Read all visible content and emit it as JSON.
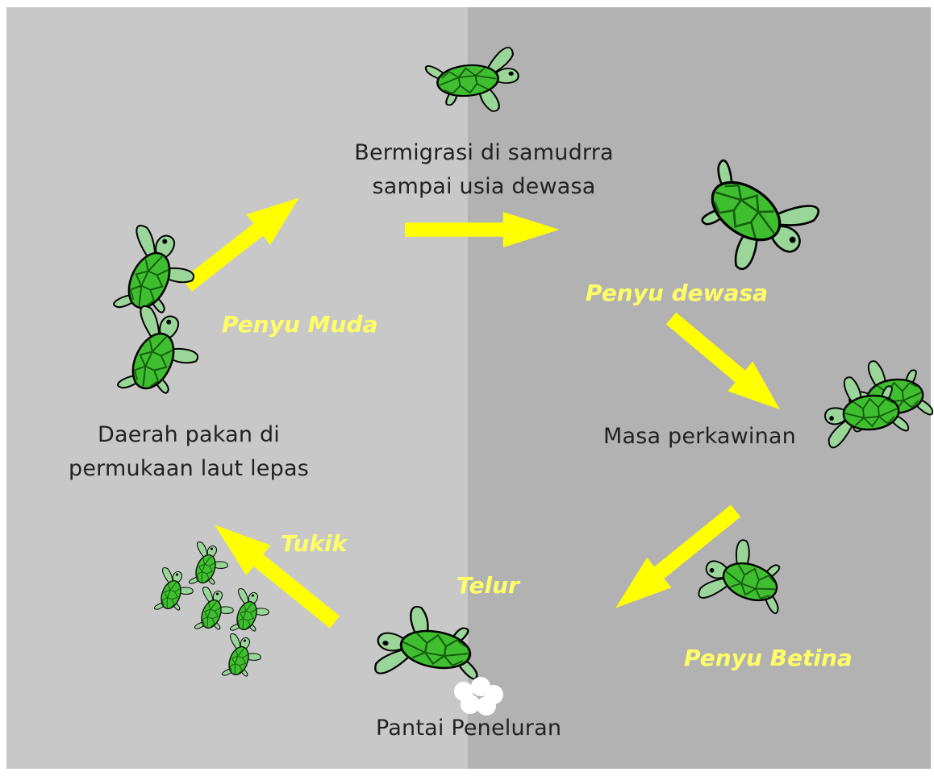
{
  "diagram": {
    "colors": {
      "panel_left": "#c8c8c8",
      "panel_right": "#b2b2b3",
      "arrow": "#ffff00",
      "phase_text": "#ffff66",
      "turtle_shell": "#3fbf2f",
      "turtle_skin": "#9ad59a",
      "egg": "#ffffff"
    },
    "stages": {
      "migration_line1": "Bermigrasi di samudrra",
      "migration_line2": "sampai usia dewasa",
      "mating": "Masa perkawinan",
      "nesting_beach": "Pantai Peneluran",
      "feeding_line1": "Daerah pakan di",
      "feeding_line2": "permukaan laut lepas"
    },
    "phases": {
      "juvenile": "Penyu Muda",
      "adult": "Penyu dewasa",
      "female": "Penyu Betina",
      "egg": "Telur",
      "hatchling": "Tukik"
    },
    "icons": [
      "sea-turtle-icon",
      "turtle-eggs-icon",
      "cycle-arrow-icon"
    ]
  }
}
